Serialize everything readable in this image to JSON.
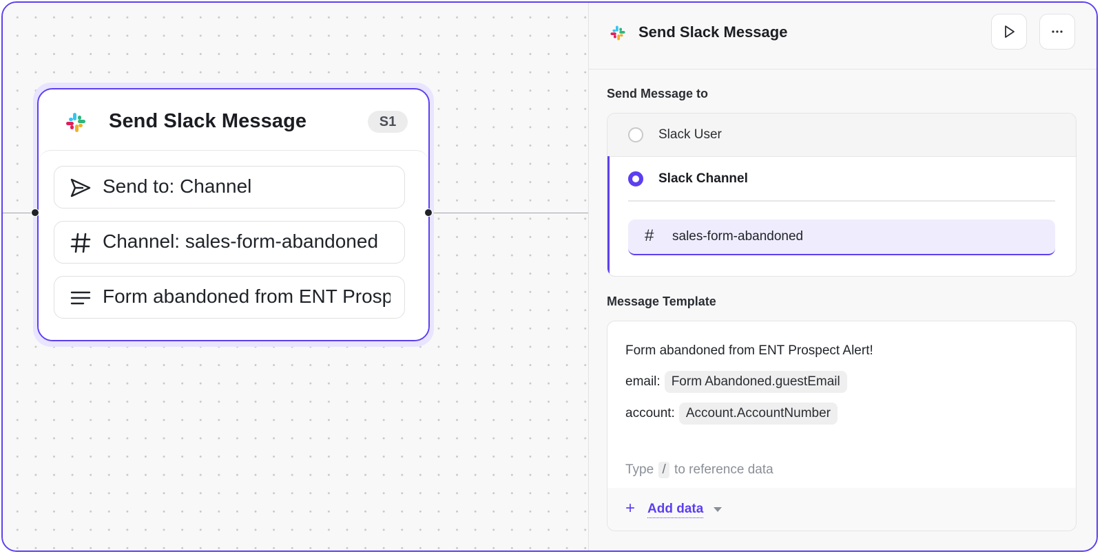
{
  "node": {
    "title": "Send Slack Message",
    "badge": "S1",
    "rows": [
      {
        "icon": "send-icon",
        "text": "Send to: Channel"
      },
      {
        "icon": "hash-icon",
        "text": "Channel: sales-form-abandoned"
      },
      {
        "icon": "text-lines-icon",
        "text": "Form abandoned from ENT Prospect Alert!"
      }
    ]
  },
  "panel": {
    "title": "Send Slack Message",
    "buttons": {
      "run": "play-icon",
      "more": "more-horizontal-icon"
    },
    "send_to": {
      "label": "Send Message to",
      "options": [
        {
          "label": "Slack User",
          "selected": false
        },
        {
          "label": "Slack Channel",
          "selected": true
        }
      ],
      "channel_value": "sales-form-abandoned"
    },
    "template": {
      "label": "Message Template",
      "line1": "Form abandoned from ENT Prospect Alert!",
      "email_label": "email:",
      "email_token": "Form Abandoned.guestEmail",
      "account_label": "account:",
      "account_token": "Account.AccountNumber",
      "hint_before": "Type",
      "hint_key": "/",
      "hint_after": "to reference data",
      "add_data": "Add data"
    }
  },
  "colors": {
    "accent": "#5b3ff0",
    "accent_soft": "#efecfd"
  }
}
